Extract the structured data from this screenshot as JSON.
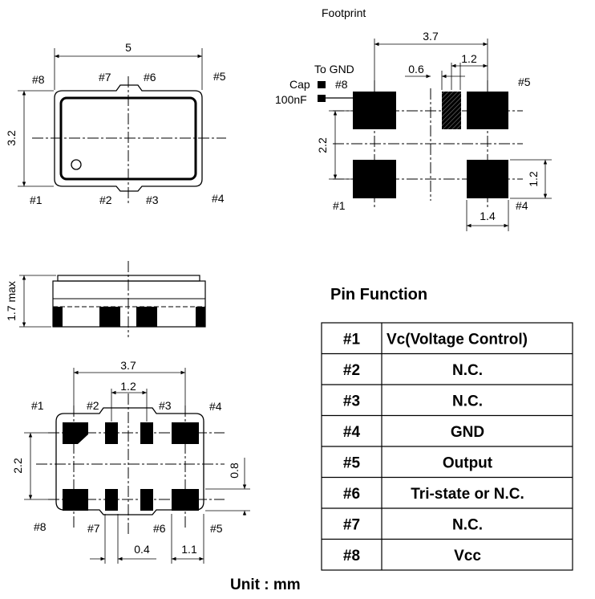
{
  "top_view": {
    "width_dim": "5",
    "height_dim": "3.2",
    "pins": {
      "p1": "#1",
      "p2": "#2",
      "p3": "#3",
      "p4": "#4",
      "p5": "#5",
      "p6": "#6",
      "p7": "#7",
      "p8": "#8"
    }
  },
  "footprint": {
    "title": "Footprint",
    "dim_total": "3.7",
    "dim_gap": "0.6",
    "dim_pad_pitch": "1.2",
    "dim_vertical": "2.2",
    "dim_pad_height": "1.2",
    "dim_pad_width": "1.4",
    "to_gnd": "To GND",
    "cap": "Cap",
    "cap_value": "100nF",
    "pins": {
      "p1": "#1",
      "p4": "#4",
      "p5": "#5",
      "p8": "#8"
    }
  },
  "side_view": {
    "height_dim": "1.7 max"
  },
  "bottom_view": {
    "dim_total": "3.7",
    "dim_inner": "1.2",
    "dim_vertical": "2.2",
    "dim_pad_height": "0.8",
    "dim_small": "0.4",
    "dim_pad_width": "1.1",
    "pins": {
      "p1": "#1",
      "p2": "#2",
      "p3": "#3",
      "p4": "#4",
      "p5": "#5",
      "p6": "#6",
      "p7": "#7",
      "p8": "#8"
    }
  },
  "pin_function": {
    "title": "Pin Function",
    "rows": [
      {
        "pin": "#1",
        "function": "Vc(Voltage Control)"
      },
      {
        "pin": "#2",
        "function": "N.C."
      },
      {
        "pin": "#3",
        "function": "N.C."
      },
      {
        "pin": "#4",
        "function": "GND"
      },
      {
        "pin": "#5",
        "function": "Output"
      },
      {
        "pin": "#6",
        "function": "Tri-state or N.C."
      },
      {
        "pin": "#7",
        "function": "N.C."
      },
      {
        "pin": "#8",
        "function": "Vcc"
      }
    ]
  },
  "unit": "Unit : mm"
}
